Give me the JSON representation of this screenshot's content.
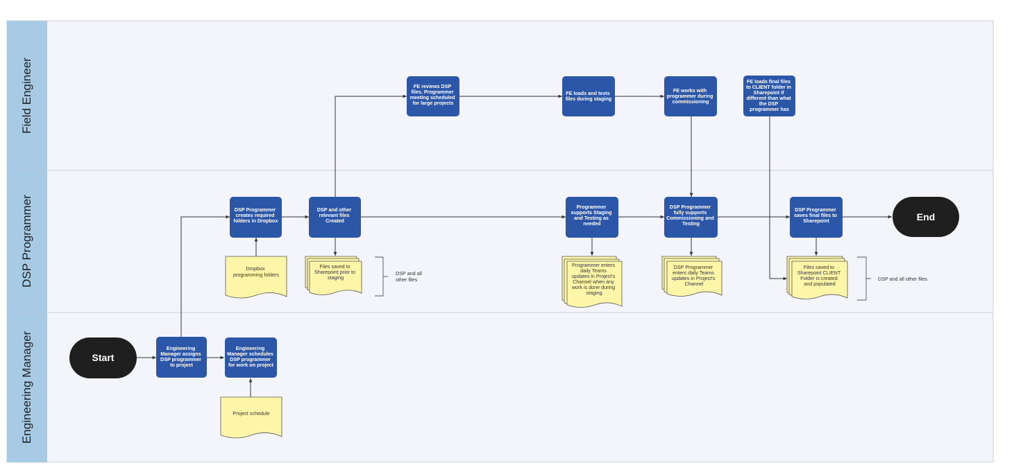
{
  "lanes": [
    {
      "id": "field-engineer",
      "label": "Field Engineer"
    },
    {
      "id": "dsp-programmer",
      "label": "DSP Programmer"
    },
    {
      "id": "engineering-manager",
      "label": "Engineering Manager"
    }
  ],
  "terminals": {
    "start": "Start",
    "end": "End"
  },
  "processes": {
    "em_assigns": [
      "Engineering",
      "Manager assigns",
      "DSP programmer",
      "to project"
    ],
    "em_schedules": [
      "Engineering",
      "Manager schedules",
      "DSP programmer",
      "for work on project"
    ],
    "dsp_creates_folders": [
      "DSP Programmer",
      "creates required",
      "folders in Dropbox"
    ],
    "dsp_files_created": [
      "DSP and other",
      "relevant files",
      "Created"
    ],
    "fe_reviews": [
      "FE reviews DSP",
      "files. Programmer",
      "meeting scheduled",
      "for large projects"
    ],
    "fe_loads_tests": [
      "FE loads and tests",
      "files during staging"
    ],
    "fe_works_with": [
      "FE works with",
      "programmer during",
      "commissioning"
    ],
    "fe_loads_final": [
      "FE loads final files",
      "to CLIENT folder in",
      "Sharepoint if",
      "different than what",
      "the DSP",
      "programmer has"
    ],
    "prog_supports_staging": [
      "Programmer",
      "supports Staging",
      "and Testing as",
      "needed"
    ],
    "dsp_fully_supports": [
      "DSP Programmer",
      "fully supports",
      "Commissioning and",
      "Testing"
    ],
    "dsp_saves_final": [
      "DSP Programmer",
      "saves final files to",
      "Sharepoint"
    ]
  },
  "documents": {
    "dropbox_folders": [
      "Dropbox",
      "programming folders"
    ],
    "project_schedule": [
      "Project schedule"
    ],
    "files_saved_sharepoint": [
      "Files saved to",
      "Sharepoint prior to",
      "staging"
    ],
    "prog_enters_updates": [
      "Programmer enters",
      "daily Teams",
      "updates in Project's",
      "Channel when any",
      "work is done during",
      "staging"
    ],
    "dsp_enters_updates": [
      "DSP Programmer",
      "enters daily Teams",
      "updates in Project's",
      "Channel"
    ],
    "files_saved_client": [
      "Files saved to",
      "Sharepoint CLIENT",
      "Folder is created",
      "and populated"
    ]
  },
  "notes": {
    "dsp_other_files_1": [
      "DSP and all",
      "other files"
    ],
    "dsp_other_files_2": [
      "DSP and all other files"
    ]
  }
}
